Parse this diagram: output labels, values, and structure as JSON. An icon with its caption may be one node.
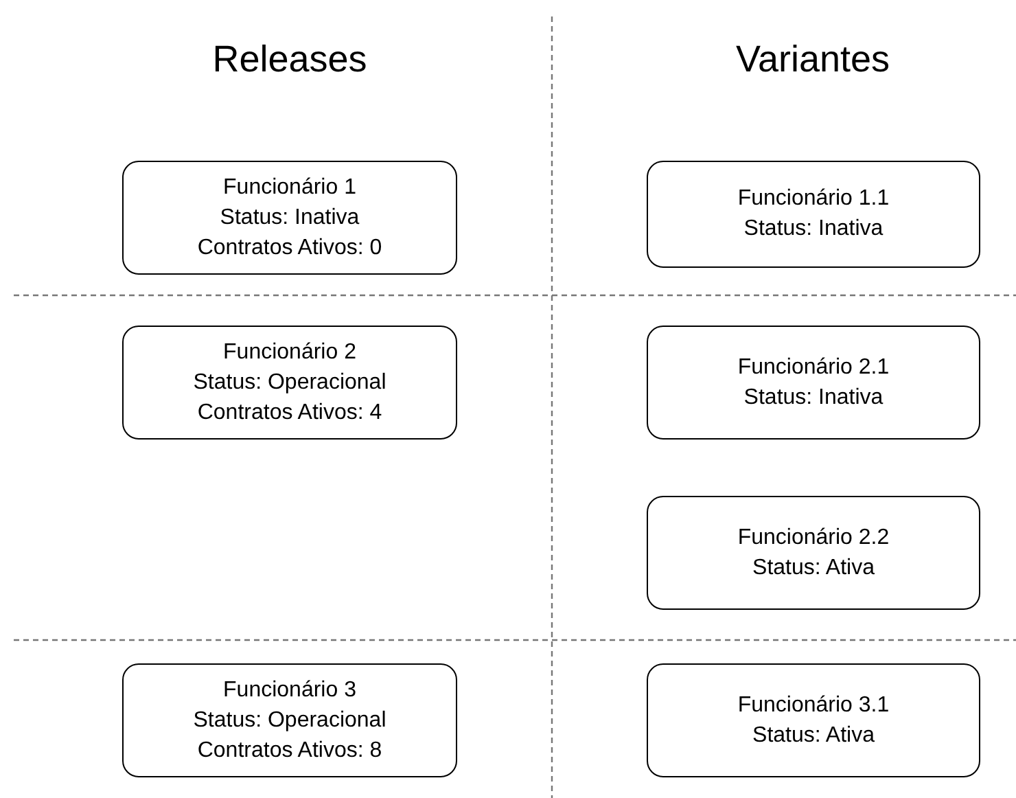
{
  "diagram": {
    "nodes": [
      {
        "text": [
          "Funcionário 1",
          "Status: Inativa",
          "Contratos Ativos: 0"
        ]
      },
      {
        "text": [
          "Funcionário 1.1",
          "Status: Inativa"
        ]
      },
      {
        "text": [
          "Funcionário 2",
          "Status: Operacional",
          "Contratos Ativos: 4"
        ]
      },
      {
        "text": [
          "Funcionário 2.1",
          "Status: Inativa"
        ]
      },
      {
        "text": [
          "Funcionário 2.2",
          "Status: Ativa"
        ]
      },
      {
        "text": [
          "Funcionário 3",
          "Status: Operacional",
          "Contratos Ativos: 8"
        ]
      },
      {
        "text": [
          "Funcionário 3.1",
          "Status: Ativa"
        ]
      }
    ],
    "labels": [
      "Releases",
      "Variantes"
    ]
  }
}
